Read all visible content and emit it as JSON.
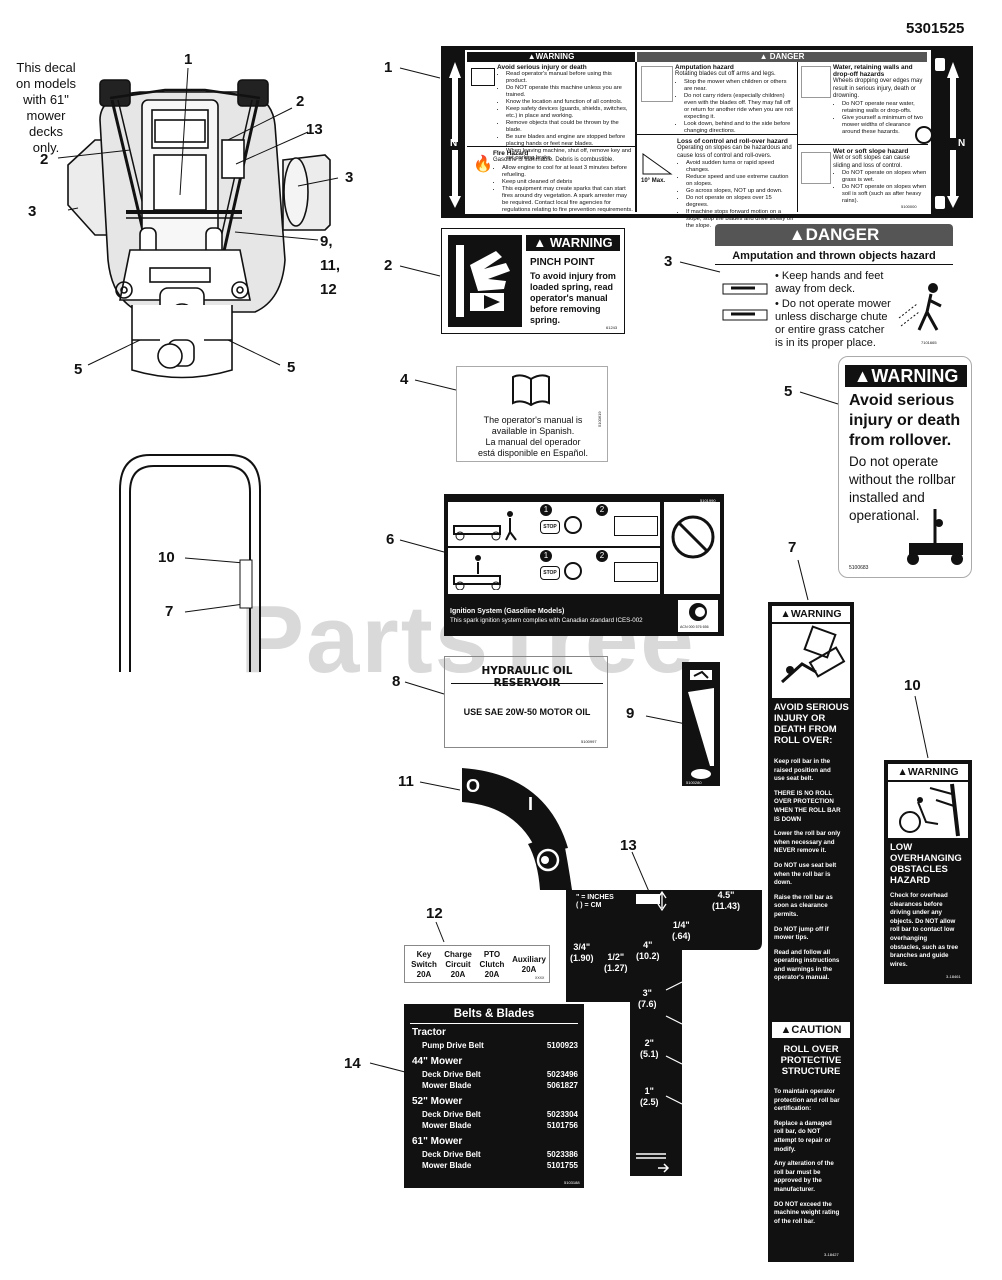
{
  "part_number": "5301525",
  "watermark": "PartsTree",
  "note_61": [
    "This decal",
    "on models",
    "with 61\"",
    "mower",
    "decks",
    "only."
  ],
  "callouts": {
    "c1a": "1",
    "c2a": "2",
    "c13a": "13",
    "c2b": "2",
    "c3a": "3",
    "c3b": "3",
    "c9": "9,",
    "c11": "11,",
    "c12": "12",
    "c5a": "5",
    "c5b": "5",
    "c10a": "10",
    "c7a": "7",
    "d1": "1",
    "d2": "2",
    "d3": "3",
    "d4": "4",
    "d5": "5",
    "d6": "6",
    "d7": "7",
    "d8": "8",
    "d9": "9",
    "d10": "10",
    "d11": "11",
    "d12": "12",
    "d13": "13",
    "d14": "14"
  },
  "decal1": {
    "warning": "▲WARNING",
    "danger": "▲ DANGER",
    "n_left": "N",
    "n_right": "N",
    "p": "P",
    "b1_title": "Avoid serious injury or death",
    "b1_items": [
      "Read operator's manual before using this product.",
      "Do NOT operate this machine unless you are trained.",
      "Know the location and function of all controls.",
      "Keep safety devices (guards, shields, switches, etc.) in place and working.",
      "Remove objects that could be thrown by the blade.",
      "Be sure blades and engine are stopped before placing hands or feet near blades.",
      "When leaving machine, shut off, remove key and set parking brake."
    ],
    "b2_title": "Fire Hazard",
    "b2_text": "Gasoline is flammable. Debris is combustible.",
    "b2_items": [
      "Allow engine to cool for at least 3 minutes before refueling.",
      "Keep unit cleaned of debris",
      "This equipment may create sparks that can start fires around dry vegetation. A spark arrester may be required. Contact local fire agencies for regulations relating to fire prevention requirements."
    ],
    "b3_title": "Amputation hazard",
    "b3_text": "Rotating blades cut off arms and legs.",
    "b3_items": [
      "Stop the mower when children or others are near.",
      "Do not carry riders (especially children) even with the blades off. They may fall off or return for another ride when you are not expecting it.",
      "Look down, behind and to the side before changing directions."
    ],
    "b4_title": "Loss of control and roll-over hazard",
    "b4_text": "Operating on slopes can be hazardous and cause loss of control and roll-overs.",
    "b4_items": [
      "Avoid sudden turns or rapid speed changes.",
      "Reduce speed and use extreme caution on slopes.",
      "Go across slopes, NOT up and down.",
      "Do not operate on slopes over 15 degrees.",
      "If machine stops forward motion on a slope, stop the blades and drive slowly off the slope."
    ],
    "b4_max": "10° Max.",
    "b5_title": "Water, retaining walls and drop-off hazards",
    "b5_text": "Wheels dropping over edges may result in serious injury, death or drowning.",
    "b5_items": [
      "Do NOT operate near water, retaining walls or drop-offs.",
      "Give yourself a minimum of two mower widths of clearance around these hazards."
    ],
    "b6_title": "Wet or soft slope hazard",
    "b6_text": "Wet or soft slopes can cause sliding and loss of control.",
    "b6_items": [
      "Do NOT operate on slopes when grass is wet.",
      "Do NOT operate on slopes when soil is soft (such as after heavy rains)."
    ],
    "code": "5100000"
  },
  "decal2": {
    "header": "▲ WARNING",
    "title": "PINCH POINT",
    "body": "To avoid injury from loaded spring, read operator's manual before removing spring.",
    "code": "61243"
  },
  "decal3": {
    "header": "▲DANGER",
    "subtitle": "Amputation and thrown objects hazard",
    "item1": "Keep hands and feet away from deck.",
    "item2": "Do not operate mower unless discharge chute or entire grass catcher is in its proper place.",
    "code": "7101665"
  },
  "decal4": {
    "lines": [
      "The operator's manual is",
      "available in Spanish.",
      "La manual del operador",
      "está disponible en Español."
    ],
    "code": "5100619"
  },
  "decal5": {
    "header": "▲WARNING",
    "bold": [
      "Avoid serious",
      "injury or death",
      "from rollover."
    ],
    "normal": [
      "Do not operate",
      "without the rollbar",
      "installed and",
      "operational."
    ],
    "code": "5100683"
  },
  "decal6": {
    "code": "5101990",
    "n1a": "1",
    "n2a": "2",
    "n1b": "1",
    "n2b": "2",
    "stop_a": "STOP",
    "stop_b": "STOP",
    "title": "Ignition System (Gasoline Models)",
    "text": "This spark ignition system complies with Canadian standard ICES-002",
    "acn": "ACN 000 576 656"
  },
  "decal7": {
    "header": "▲WARNING",
    "title": [
      "AVOID SERIOUS",
      "INJURY OR",
      "DEATH FROM",
      "ROLL OVER:"
    ],
    "paras": [
      [
        "Keep roll bar in the",
        "raised position and",
        "use seat belt."
      ],
      [
        "THERE IS NO ROLL",
        "OVER PROTECTION",
        "WHEN THE ROLL BAR",
        "IS DOWN"
      ],
      [
        "Lower the roll bar only",
        "when necessary and",
        "NEVER remove it."
      ],
      [
        "Do NOT use seat belt",
        "when the roll bar is",
        "down."
      ],
      [
        "Raise the roll bar as",
        "soon as clearance",
        "permits."
      ],
      [
        "Do NOT jump off if",
        "mower tips."
      ],
      [
        "Read and follow all",
        "operating instructions",
        "and warnings in the",
        "operator's manual."
      ]
    ],
    "caution": "▲CAUTION",
    "caution_title": [
      "ROLL OVER",
      "PROTECTIVE",
      "STRUCTURE"
    ],
    "cparas": [
      [
        "To maintain operator",
        "protection and roll bar",
        "certification:"
      ],
      [
        "Replace a damaged",
        "roll bar, do NOT",
        "attempt to repair or",
        "modify."
      ],
      [
        "Any alteration of the",
        "roll bar must be",
        "approved by the",
        "manufacturer."
      ],
      [
        "DO NOT exceed the",
        "machine weight rating",
        "of the roll bar."
      ]
    ],
    "code": "3-18427"
  },
  "decal8": {
    "title": "HYDRAULIC OIL RESERVOIR",
    "text": "USE SAE 20W-50 MOTOR OIL",
    "code": "5100997"
  },
  "decal9": {
    "code": "5100280"
  },
  "decal10": {
    "header": "▲WARNING",
    "title": [
      "LOW",
      "OVERHANGING",
      "OBSTACLES",
      "HAZARD"
    ],
    "body": [
      "Check for overhead",
      "clearances before",
      "driving under any",
      "objects.  Do NOT allow",
      "roll bar to contact low",
      "overhanging",
      "obstacles, such as tree",
      "branches and guide",
      "wires."
    ],
    "code": "3-18461"
  },
  "decal11": {
    "o": "O",
    "i": "I"
  },
  "decal12": {
    "cols": [
      [
        "Key",
        "Switch",
        "20A"
      ],
      [
        "Charge",
        "Circuit",
        "20A"
      ],
      [
        "PTO",
        "Clutch",
        "20A"
      ],
      [
        "Auxiliary",
        "20A"
      ]
    ],
    "code": "XXXX"
  },
  "decal13": {
    "legend1": "\" = INCHES",
    "legend2": "( ) = CM",
    "labels": [
      [
        "4.5\"",
        "(11.43)"
      ],
      [
        "1/4\"",
        "(.64)"
      ],
      [
        "3/4\"",
        "(1.90)"
      ],
      [
        "1/2\"",
        "(1.27)"
      ],
      [
        "4\"",
        "(10.2)"
      ],
      [
        "3\"",
        "(7.6)"
      ],
      [
        "2\"",
        "(5.1)"
      ],
      [
        "1\"",
        "(2.5)"
      ]
    ]
  },
  "decal14": {
    "title": "Belts & Blades",
    "sections": [
      {
        "name": "Tractor",
        "rows": [
          [
            "Pump Drive Belt",
            "5100923"
          ]
        ]
      },
      {
        "name": "44\" Mower",
        "rows": [
          [
            "Deck Drive Belt",
            "5023496"
          ],
          [
            "Mower Blade",
            "5061827"
          ]
        ]
      },
      {
        "name": "52\" Mower",
        "rows": [
          [
            "Deck Drive Belt",
            "5023304"
          ],
          [
            "Mower Blade",
            "5101756"
          ]
        ]
      },
      {
        "name": "61\" Mower",
        "rows": [
          [
            "Deck Drive Belt",
            "5023386"
          ],
          [
            "Mower Blade",
            "5101755"
          ]
        ]
      }
    ],
    "code": "5103188"
  }
}
